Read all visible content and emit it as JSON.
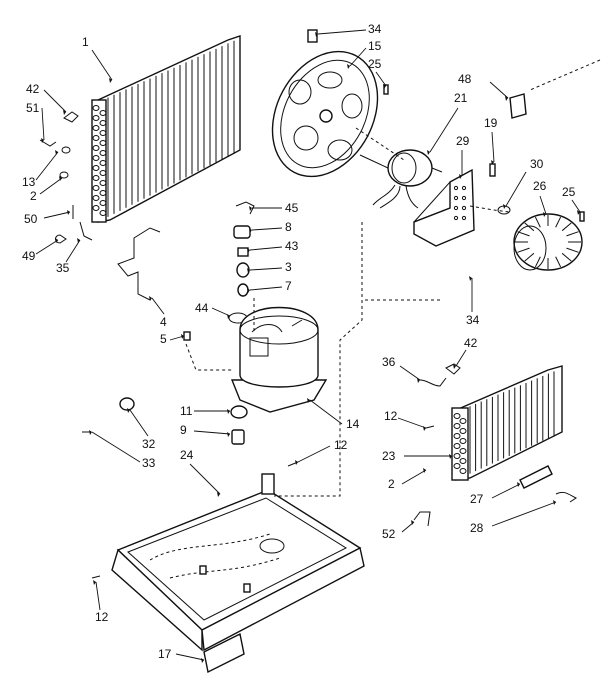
{
  "callouts": [
    {
      "id": "c-1",
      "text": "1"
    },
    {
      "id": "c-42a",
      "text": "42"
    },
    {
      "id": "c-51",
      "text": "51"
    },
    {
      "id": "c-13",
      "text": "13"
    },
    {
      "id": "c-2a",
      "text": "2"
    },
    {
      "id": "c-50",
      "text": "50"
    },
    {
      "id": "c-49",
      "text": "49"
    },
    {
      "id": "c-35",
      "text": "35"
    },
    {
      "id": "c-34a",
      "text": "34"
    },
    {
      "id": "c-15",
      "text": "15"
    },
    {
      "id": "c-25a",
      "text": "25"
    },
    {
      "id": "c-48",
      "text": "48"
    },
    {
      "id": "c-21",
      "text": "21"
    },
    {
      "id": "c-19",
      "text": "19"
    },
    {
      "id": "c-29",
      "text": "29"
    },
    {
      "id": "c-30",
      "text": "30"
    },
    {
      "id": "c-26",
      "text": "26"
    },
    {
      "id": "c-25b",
      "text": "25"
    },
    {
      "id": "c-45",
      "text": "45"
    },
    {
      "id": "c-8",
      "text": "8"
    },
    {
      "id": "c-43",
      "text": "43"
    },
    {
      "id": "c-3",
      "text": "3"
    },
    {
      "id": "c-7",
      "text": "7"
    },
    {
      "id": "c-44",
      "text": "44"
    },
    {
      "id": "c-34b",
      "text": "34"
    },
    {
      "id": "c-4",
      "text": "4"
    },
    {
      "id": "c-5",
      "text": "5"
    },
    {
      "id": "c-36",
      "text": "36"
    },
    {
      "id": "c-42b",
      "text": "42"
    },
    {
      "id": "c-12a",
      "text": "12"
    },
    {
      "id": "c-11",
      "text": "11"
    },
    {
      "id": "c-9",
      "text": "9"
    },
    {
      "id": "c-14",
      "text": "14"
    },
    {
      "id": "c-32",
      "text": "32"
    },
    {
      "id": "c-33",
      "text": "33"
    },
    {
      "id": "c-12b",
      "text": "12"
    },
    {
      "id": "c-24",
      "text": "24"
    },
    {
      "id": "c-23",
      "text": "23"
    },
    {
      "id": "c-2b",
      "text": "2"
    },
    {
      "id": "c-27",
      "text": "27"
    },
    {
      "id": "c-28",
      "text": "28"
    },
    {
      "id": "c-52",
      "text": "52"
    },
    {
      "id": "c-12c",
      "text": "12"
    },
    {
      "id": "c-17",
      "text": "17"
    }
  ]
}
